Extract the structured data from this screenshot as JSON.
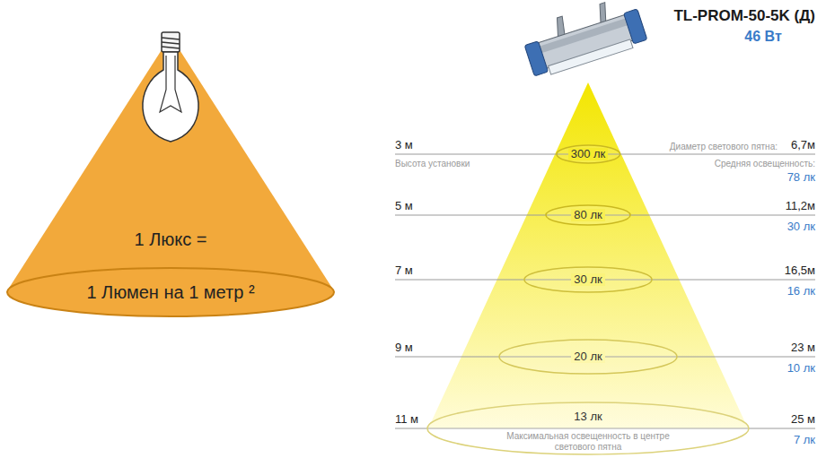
{
  "diagram": {
    "title": "TL-PROM-50-5K (Д)",
    "nodes": [
      {
        "text": [
          "1 Люкс ="
        ]
      },
      {
        "text": [
          "1 Люмен на 1 метр ²"
        ],
        "in": 0
      },
      {
        "text": [
          "300 лк"
        ]
      },
      {
        "text": [
          "80 лк"
        ]
      },
      {
        "text": [
          "30 лк"
        ]
      },
      {
        "text": [
          "20 лк"
        ]
      },
      {
        "text": [
          "13 лк",
          "Максимальная освещенность в центре светового пятна"
        ]
      }
    ],
    "labels": [
      "46 Вт",
      "3 м",
      "Высота установки",
      "Диаметр светового пятна:",
      "6,7м",
      "Средняя освещенность:",
      "78 лк",
      "5 м",
      "11,2м",
      "30 лк",
      "7 м",
      "16,5м",
      "16 лк",
      "9 м",
      "23 м",
      "10 лк",
      "11 м",
      "25 м",
      "7 лк"
    ]
  }
}
